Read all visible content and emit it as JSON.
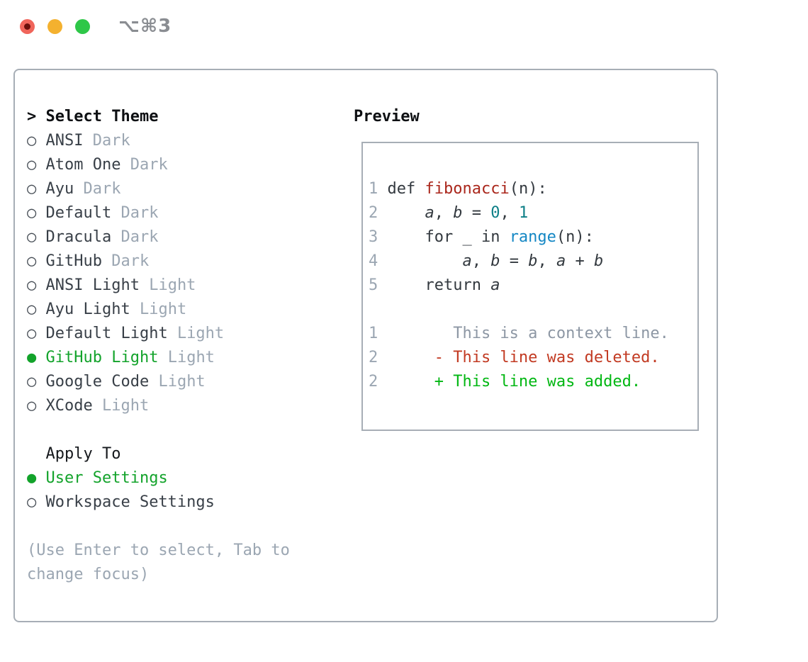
{
  "window": {
    "title": "⌥⌘3",
    "traffic_lights": {
      "close_color": "#f0655b",
      "close_dot_color": "#6b0f0b",
      "minimize_color": "#f4b12f",
      "zoom_color": "#2ec748"
    }
  },
  "glyphs": {
    "prompt": ">",
    "selected_radio": "●",
    "unselected_radio": "○"
  },
  "left": {
    "title": "Select Theme",
    "themes": [
      {
        "name": "ANSI",
        "tag": "Dark",
        "selected": false
      },
      {
        "name": "Atom One",
        "tag": "Dark",
        "selected": false
      },
      {
        "name": "Ayu",
        "tag": "Dark",
        "selected": false
      },
      {
        "name": "Default",
        "tag": "Dark",
        "selected": false
      },
      {
        "name": "Dracula",
        "tag": "Dark",
        "selected": false
      },
      {
        "name": "GitHub",
        "tag": "Dark",
        "selected": false
      },
      {
        "name": "ANSI Light",
        "tag": "Light",
        "selected": false
      },
      {
        "name": "Ayu Light",
        "tag": "Light",
        "selected": false
      },
      {
        "name": "Default Light",
        "tag": "Light",
        "selected": false
      },
      {
        "name": "GitHub Light",
        "tag": "Light",
        "selected": true
      },
      {
        "name": "Google Code",
        "tag": "Light",
        "selected": false
      },
      {
        "name": "XCode",
        "tag": "Light",
        "selected": false
      }
    ],
    "apply_to": {
      "title": "Apply To",
      "options": [
        {
          "name": "User Settings",
          "selected": true
        },
        {
          "name": "Workspace Settings",
          "selected": false
        }
      ]
    },
    "hint_lines": [
      "(Use Enter to select, Tab to",
      "change focus)"
    ]
  },
  "preview": {
    "label": "Preview",
    "lines": [
      [
        [
          "ln",
          "1"
        ],
        [
          "pl",
          " def "
        ],
        [
          "fn",
          "fibonacci"
        ],
        [
          "pl",
          "(n):"
        ]
      ],
      [
        [
          "ln",
          "2"
        ],
        [
          "pl",
          "     "
        ],
        [
          "va",
          "a"
        ],
        [
          "pl",
          ", "
        ],
        [
          "va",
          "b"
        ],
        [
          "pl",
          " = "
        ],
        [
          "nb",
          "0"
        ],
        [
          "pl",
          ", "
        ],
        [
          "nb",
          "1"
        ]
      ],
      [
        [
          "ln",
          "3"
        ],
        [
          "pl",
          "     for _ in "
        ],
        [
          "bi",
          "range"
        ],
        [
          "pl",
          "(n):"
        ]
      ],
      [
        [
          "ln",
          "4"
        ],
        [
          "pl",
          "         "
        ],
        [
          "va",
          "a"
        ],
        [
          "pl",
          ", "
        ],
        [
          "va",
          "b"
        ],
        [
          "pl",
          " = "
        ],
        [
          "va",
          "b"
        ],
        [
          "pl",
          ", "
        ],
        [
          "va",
          "a"
        ],
        [
          "pl",
          " + "
        ],
        [
          "va",
          "b"
        ]
      ],
      [
        [
          "ln",
          "5"
        ],
        [
          "pl",
          "     return "
        ],
        [
          "va",
          "a"
        ]
      ],
      [],
      [
        [
          "ln",
          "1"
        ],
        [
          "ctx",
          "        This is a context line."
        ]
      ],
      [
        [
          "ln",
          "2"
        ],
        [
          "de",
          "      - This line was deleted."
        ]
      ],
      [
        [
          "ln",
          "2"
        ],
        [
          "ad",
          "      + This line was added."
        ]
      ]
    ]
  },
  "colors": {
    "accent_green": "#13a32b",
    "added_green": "#02b713",
    "deleted_red": "#c23a22",
    "function_red": "#aa271c",
    "number_teal": "#0e7f87",
    "builtin_blue": "#1487c4",
    "muted_gray": "#9ba6b2",
    "text_dark": "#33393f",
    "border_gray": "#a7aeb6",
    "title_gray": "#8a8d92"
  }
}
